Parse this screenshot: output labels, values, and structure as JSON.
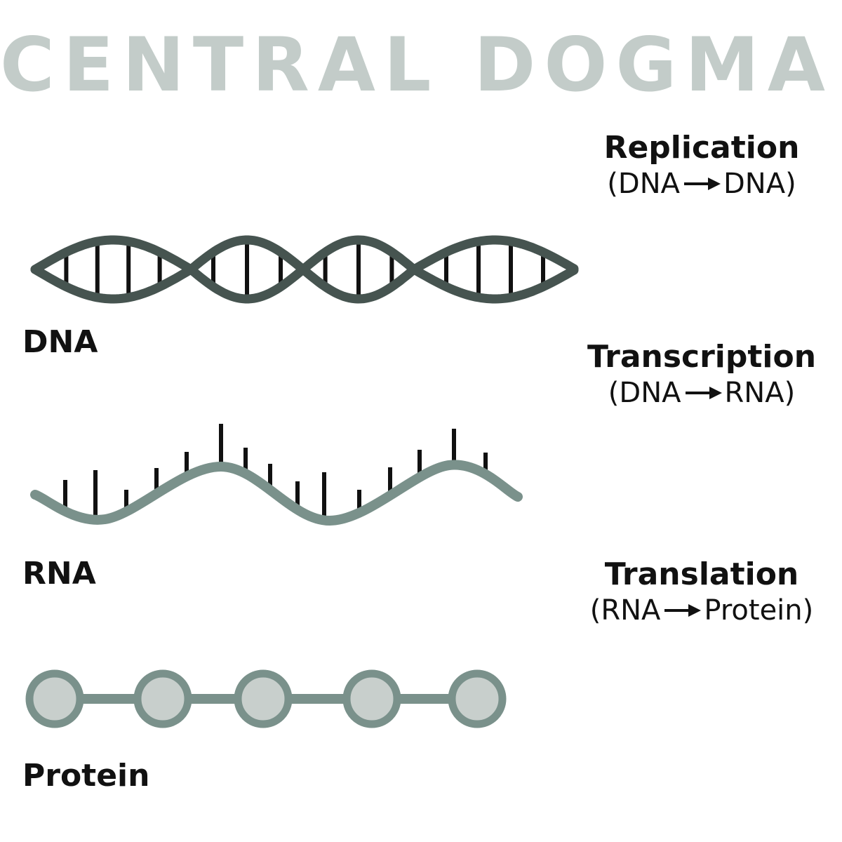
{
  "title": "CENTRAL DOGMA",
  "colors": {
    "title": "#c3ccc9",
    "dna_strand": "#465450",
    "rna_strand": "#7a918b",
    "protein_ring": "#7a918b",
    "protein_fill": "#c8cfcc",
    "text": "#111111"
  },
  "molecules": {
    "dna": "DNA",
    "rna": "RNA",
    "protein": "Protein"
  },
  "processes": [
    {
      "name": "Replication",
      "from": "DNA",
      "to": "DNA"
    },
    {
      "name": "Transcription",
      "from": "DNA",
      "to": "RNA"
    },
    {
      "name": "Translation",
      "from": "RNA",
      "to": "Protein"
    }
  ],
  "icons": {
    "dna": "dna-double-helix-icon",
    "rna": "rna-strand-icon",
    "protein": "protein-chain-icon",
    "arrow": "right-arrow-icon"
  }
}
